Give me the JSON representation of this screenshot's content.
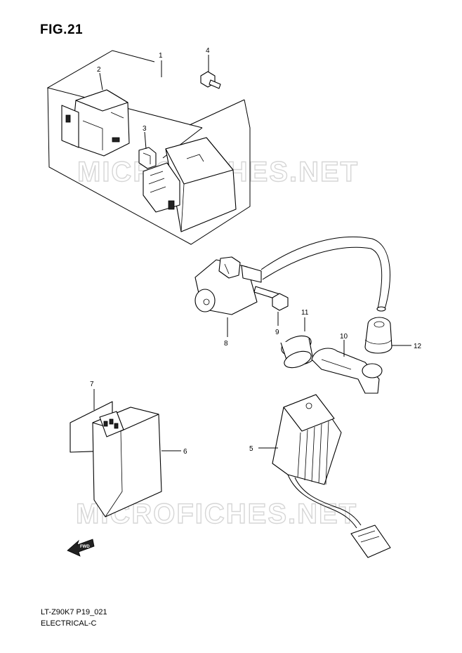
{
  "figure": {
    "title": "FIG.21",
    "model_code": "LT-Z90K7 P19_021",
    "section": "ELECTRICAL-C"
  },
  "watermark": {
    "text": "MICROFICHES.NET"
  },
  "callouts": [
    {
      "id": "c1",
      "label": "1"
    },
    {
      "id": "c2",
      "label": "2"
    },
    {
      "id": "c3",
      "label": "3"
    },
    {
      "id": "c4",
      "label": "4"
    },
    {
      "id": "c5",
      "label": "5"
    },
    {
      "id": "c6",
      "label": "6"
    },
    {
      "id": "c7",
      "label": "7"
    },
    {
      "id": "c8",
      "label": "8"
    },
    {
      "id": "c9",
      "label": "9"
    },
    {
      "id": "c10",
      "label": "10"
    },
    {
      "id": "c11",
      "label": "11"
    },
    {
      "id": "c12",
      "label": "12"
    }
  ],
  "fwd_arrow": {
    "text": "FWD"
  }
}
